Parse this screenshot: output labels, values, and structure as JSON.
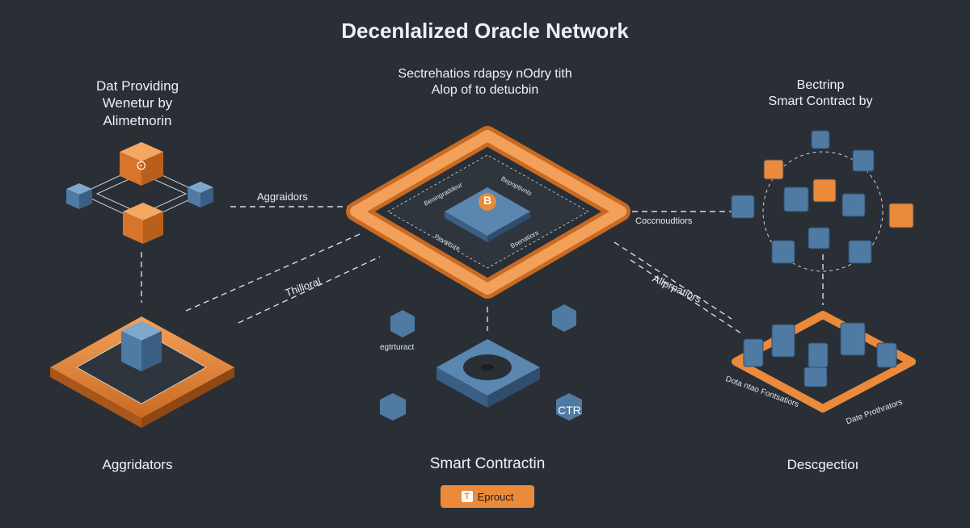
{
  "title": "Decenlalized Oracle Network",
  "labels": {
    "top_left": "Dat Providing\nWenetur by\nAlimetnorin",
    "top_center": "Sectrehatios rdapsy nOdry tith\nAlop of to detucbin",
    "top_right": "Bectrinp\nSmart Contract by"
  },
  "edges": {
    "left_link": "Aggraidors",
    "right_link": "Coccnoudtiors",
    "diag_left": "Thilloral",
    "diag_right": "Allprpatiors"
  },
  "captions": {
    "center_left_icon": "egtrturact",
    "center_right_icon": "CTR",
    "data_a": "Dota ntao Fontsatiors",
    "data_b": "Date Prothrators",
    "coin_letter": "B",
    "ring_text_a": "Beningraddeur",
    "ring_text_b": "Bepoptivnts",
    "ring_text_c": "Pevatrure",
    "ring_text_d": "Bsenatiors"
  },
  "bottom": {
    "left": "Aggridators",
    "center": "Smart Contractin",
    "right": "Descgectioı"
  },
  "button": {
    "label": "Eprouct",
    "icon": "T"
  },
  "colors": {
    "bg": "#2a2f36",
    "orange": "#ea8a3a",
    "blue": "#4f7aa3",
    "line": "#d7dbe0"
  }
}
